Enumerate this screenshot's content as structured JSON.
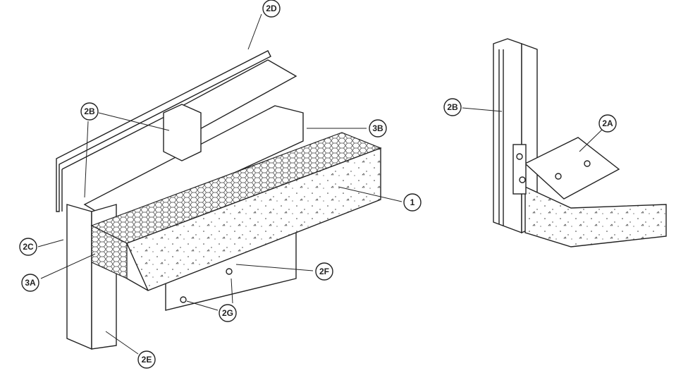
{
  "callouts": {
    "left": {
      "c2D": "2D",
      "c2B": "2B",
      "c3B": "3B",
      "c1": "1",
      "c2C": "2C",
      "c3A": "3A",
      "c2F": "2F",
      "c2G": "2G",
      "c2E": "2E"
    },
    "right": {
      "c2B": "2B",
      "c2A": "2A"
    }
  }
}
